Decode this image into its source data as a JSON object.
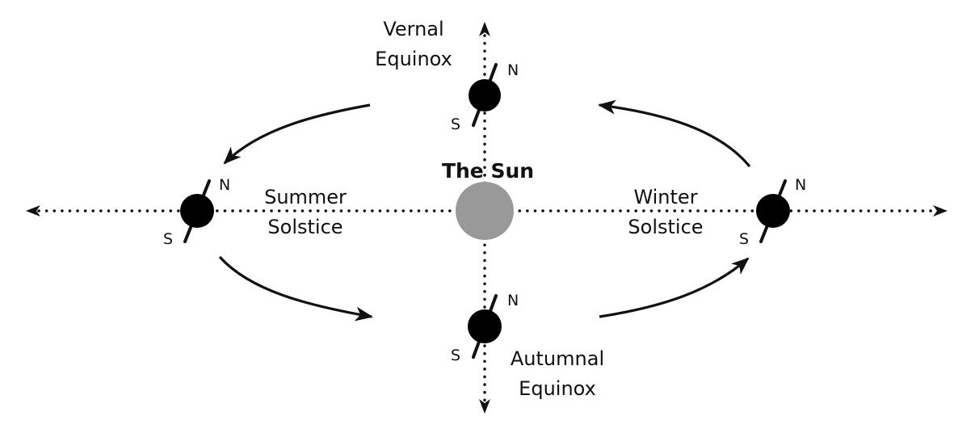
{
  "sun": {
    "title": "The Sun",
    "color": "#999999"
  },
  "earth_color": "#000000",
  "positions": {
    "vernal": {
      "line1": "Vernal",
      "line2": "Equinox",
      "north": "N",
      "south": "S"
    },
    "summer": {
      "line1": "Summer",
      "line2": "Solstice",
      "north": "N",
      "south": "S"
    },
    "winter": {
      "line1": "Winter",
      "line2": "Solstice",
      "north": "N",
      "south": "S"
    },
    "autumnal": {
      "line1": "Autumnal",
      "line2": "Equinox",
      "north": "N",
      "south": "S"
    }
  }
}
